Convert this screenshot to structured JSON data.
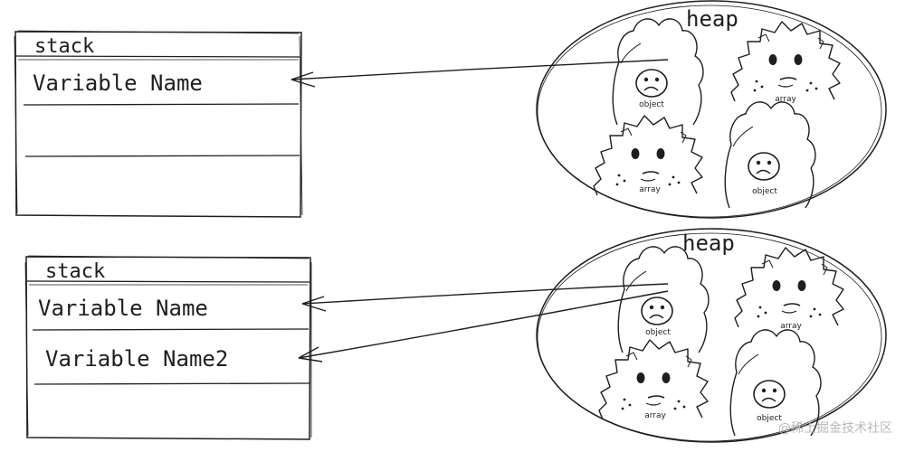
{
  "colors": {
    "ink": "#1e1e1e",
    "paper": "#ffffff",
    "watermark": "#b8b8b8"
  },
  "diagram1": {
    "stack": {
      "title": "stack",
      "rows": [
        "Variable Name",
        "",
        ""
      ]
    },
    "heap": {
      "title": "heap",
      "objects": [
        {
          "kind": "ghost",
          "label": "object"
        },
        {
          "kind": "blob",
          "label": "array"
        },
        {
          "kind": "blob",
          "label": "array"
        },
        {
          "kind": "ghost",
          "label": "object"
        }
      ]
    }
  },
  "diagram2": {
    "stack": {
      "title": "stack",
      "rows": [
        "Variable Name",
        "Variable Name2",
        ""
      ]
    },
    "heap": {
      "title": "heap",
      "objects": [
        {
          "kind": "ghost",
          "label": "object"
        },
        {
          "kind": "blob",
          "label": "array"
        },
        {
          "kind": "blob",
          "label": "array"
        },
        {
          "kind": "ghost",
          "label": "object"
        }
      ]
    }
  },
  "watermark": "@稀土掘金技术社区"
}
